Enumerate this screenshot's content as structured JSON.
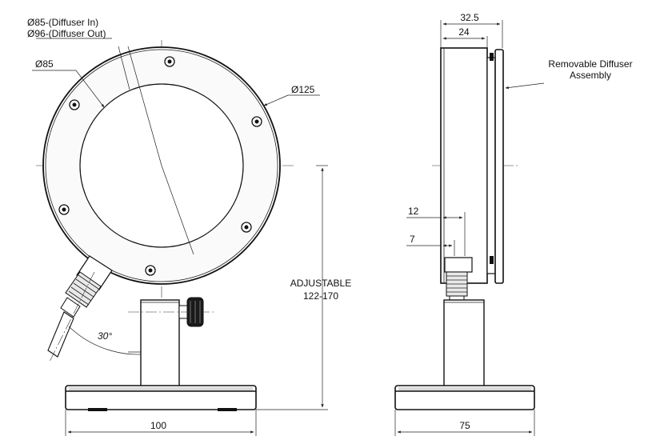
{
  "front_view": {
    "labels": {
      "diffuser_in": "Ø85-(Diffuser In)",
      "diffuser_out": "Ø96-(Diffuser Out)",
      "inner_dia": "Ø85",
      "outer_dia": "Ø125",
      "adjustable": "ADJUSTABLE",
      "adjustable_range": "122-170",
      "angle": "30°",
      "base_width": "100"
    }
  },
  "side_view": {
    "labels": {
      "depth_total": "32.5",
      "depth_body": "24",
      "removable_diffuser_line1": "Removable Diffuser",
      "removable_diffuser_line2": "Assembly",
      "offset_12": "12",
      "offset_7": "7",
      "base_width": "75"
    }
  },
  "colors": {
    "line": "#111111",
    "fill_dark": "#1a1a1a",
    "fill_mid": "#d9d9d9",
    "background": "#ffffff"
  }
}
